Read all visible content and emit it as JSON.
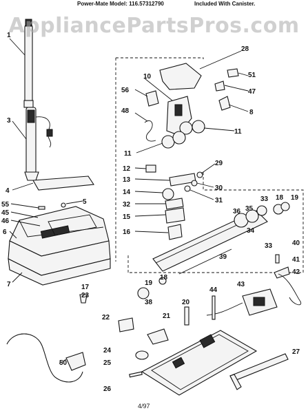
{
  "header": {
    "left_text": "Power-Mate Model: 116.57312790",
    "right_text": "Included With Canister."
  },
  "watermark": "AppliancePartsPros.com",
  "footer": "4/97",
  "callouts": [
    "1",
    "3",
    "4",
    "5",
    "55",
    "45",
    "46",
    "6",
    "7",
    "17",
    "23",
    "50",
    "28",
    "10",
    "51",
    "56",
    "47",
    "48",
    "8",
    "11",
    "11",
    "12",
    "29",
    "13",
    "30",
    "14",
    "31",
    "32",
    "15",
    "16",
    "33",
    "18",
    "19",
    "36",
    "35",
    "34",
    "33",
    "40",
    "41",
    "42",
    "19",
    "18",
    "38",
    "39",
    "44",
    "43",
    "20",
    "21",
    "22",
    "24",
    "25",
    "26",
    "27"
  ]
}
